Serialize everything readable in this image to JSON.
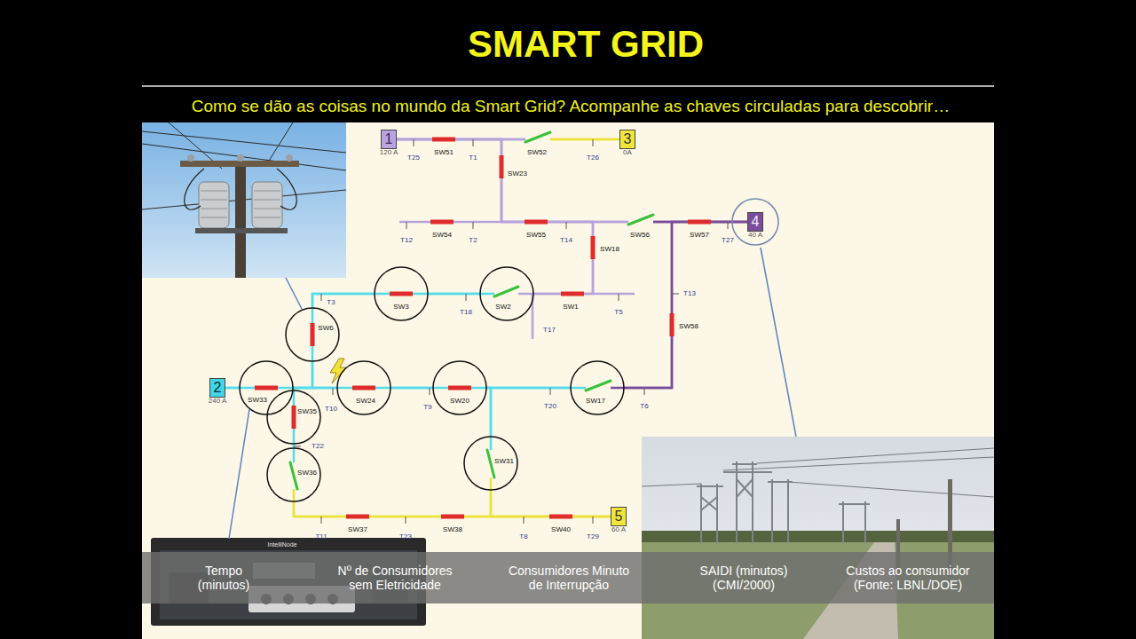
{
  "diagram": {
    "title": "SMART GRID",
    "nodes": [
      {
        "text": [
          "1",
          "120 A"
        ]
      },
      {
        "text": [
          "3",
          "0A"
        ]
      },
      {
        "text": [
          "4",
          "40 A"
        ]
      },
      {
        "text": [
          "SW3"
        ]
      },
      {
        "text": [
          "SW2"
        ]
      },
      {
        "text": [
          "SW6"
        ]
      },
      {
        "text": [
          "2",
          "240 A"
        ]
      },
      {
        "text": [
          "SW33"
        ]
      },
      {
        "text": [
          "SW24"
        ]
      },
      {
        "text": [
          "SW20"
        ]
      },
      {
        "text": [
          "SW17"
        ]
      },
      {
        "text": [
          "SW35"
        ]
      },
      {
        "text": [
          "SW31"
        ]
      },
      {
        "text": [
          "SW36"
        ]
      },
      {
        "text": [
          "5",
          "60 A"
        ]
      }
    ],
    "edges": [
      {
        "from": 0,
        "to": 1,
        "arrow": "none"
      },
      {
        "from": 0,
        "to": 2,
        "arrow": "none"
      },
      {
        "from": 6,
        "to": 7,
        "arrow": "none"
      },
      {
        "from": 7,
        "to": 5,
        "arrow": "none"
      },
      {
        "from": 7,
        "to": 8,
        "arrow": "none"
      },
      {
        "from": 7,
        "to": 11,
        "arrow": "none"
      },
      {
        "from": 5,
        "to": 3,
        "arrow": "none"
      },
      {
        "from": 3,
        "to": 4,
        "arrow": "none"
      },
      {
        "from": 4,
        "to": 0,
        "arrow": "none"
      },
      {
        "from": 8,
        "to": 9,
        "arrow": "none"
      },
      {
        "from": 9,
        "to": 10,
        "arrow": "none"
      },
      {
        "from": 9,
        "to": 12,
        "arrow": "none"
      },
      {
        "from": 10,
        "to": 2,
        "arrow": "none"
      },
      {
        "from": 11,
        "to": 13,
        "arrow": "none"
      },
      {
        "from": 13,
        "to": 14,
        "arrow": "none"
      },
      {
        "from": 12,
        "to": 14,
        "arrow": "none"
      }
    ],
    "labels": [
      "Como se dão as coisas no mundo da Smart Grid? Acompanhe as chaves circuladas para descobrir…",
      "SW51",
      "T25",
      "T1",
      "SW52",
      "T26",
      "SW23",
      "T12",
      "SW54",
      "T2",
      "SW55",
      "T14",
      "SW56",
      "SW18",
      "SW57",
      "T27",
      "T3",
      "T18",
      "SW1",
      "T5",
      "T13",
      "T17",
      "SW58",
      "T10",
      "T9",
      "T20",
      "T6",
      "T22",
      "SW37",
      "SW38",
      "SW40",
      "T11",
      "T23",
      "T8",
      "T29",
      "IntelliNode",
      "Tempo (minutos)",
      "Nº de Consumidores sem Eletricidade",
      "Consumidores Minuto de Interrupção",
      "SAIDI (minutos) (CMI/2000)",
      "Custos ao consumidor (Fonte: LBNL/DOE)"
    ]
  }
}
